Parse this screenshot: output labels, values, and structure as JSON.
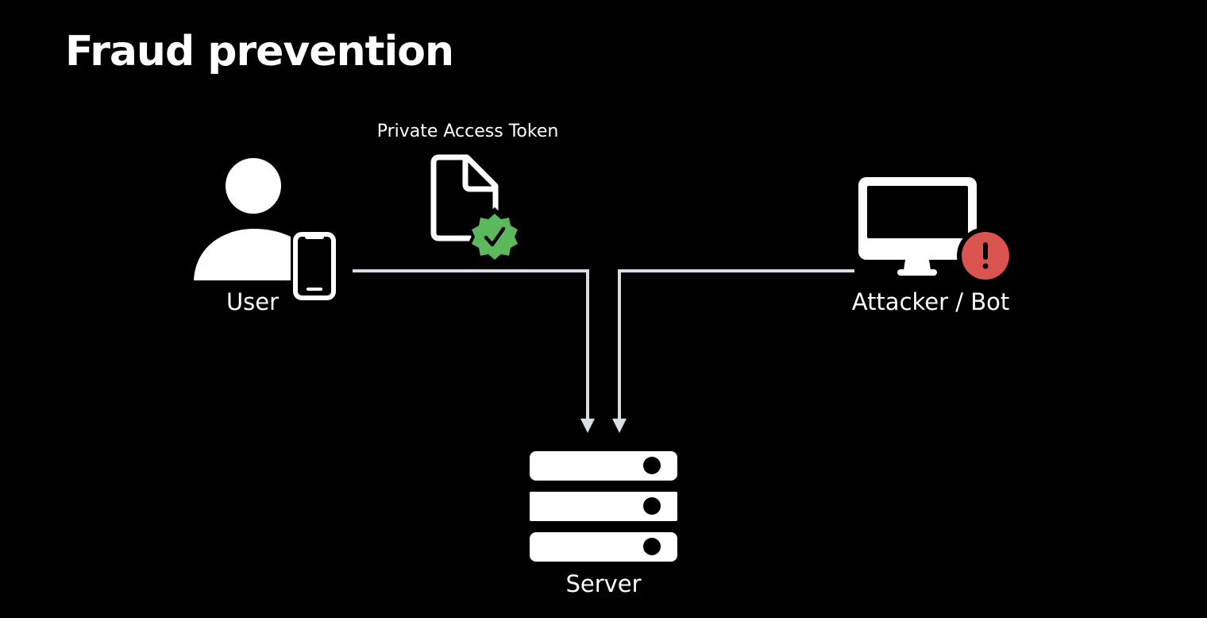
{
  "slide": {
    "title": "Fraud prevention"
  },
  "nodes": {
    "user": {
      "label": "User",
      "icon": "person-with-phone-icon"
    },
    "token": {
      "label": "Private Access Token",
      "icon": "document-verified-icon"
    },
    "attacker": {
      "label": "Attacker / Bot",
      "icon": "desktop-alert-icon"
    },
    "server": {
      "label": "Server",
      "icon": "server-stack-icon"
    }
  },
  "colors": {
    "background": "#000000",
    "foreground": "#ffffff",
    "connector": "#d9dde6",
    "verified_badge": "#5cb85c",
    "alert_badge": "#d9534f"
  }
}
